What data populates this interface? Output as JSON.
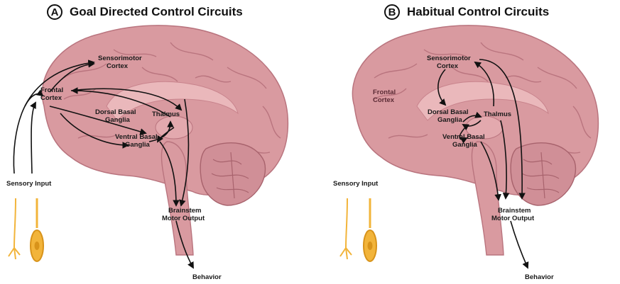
{
  "panels": [
    {
      "letter": "A",
      "title": "Goal Directed Control Circuits",
      "labels": {
        "sensorimotor_line1": "Sensorimotor",
        "sensorimotor_line2": "Cortex",
        "frontal_line1": "Frontal",
        "frontal_line2": "Cortex",
        "dorsal_line1": "Dorsal Basal",
        "dorsal_line2": "Ganglia",
        "thalmus": "Thalmus",
        "ventral_line1": "Ventral Basal",
        "ventral_line2": "Ganglia",
        "brainstem_line1": "Brainstem",
        "brainstem_line2": "Motor Output",
        "sensory_input": "Sensory Input",
        "behavior": "Behavior"
      }
    },
    {
      "letter": "B",
      "title": "Habitual Control Circuits",
      "labels": {
        "sensorimotor_line1": "Sensorimotor",
        "sensorimotor_line2": "Cortex",
        "frontal_line1": "Frontal",
        "frontal_line2": "Cortex",
        "dorsal_line1": "Dorsal Basal",
        "dorsal_line2": "Ganglia",
        "thalmus": "Thalmus",
        "ventral_line1": "Ventral Basal",
        "ventral_line2": "Ganglia",
        "brainstem_line1": "Brainstem",
        "brainstem_line2": "Motor Output",
        "sensory_input": "Sensory Input",
        "behavior": "Behavior"
      }
    }
  ],
  "colors": {
    "brain": "#d99aa0",
    "brain_dark": "#b9747e",
    "brain_light": "#eab8bb",
    "cerebellum": "#d08f97",
    "neuron": "#f2b43a",
    "neuron_dark": "#d8931a"
  }
}
